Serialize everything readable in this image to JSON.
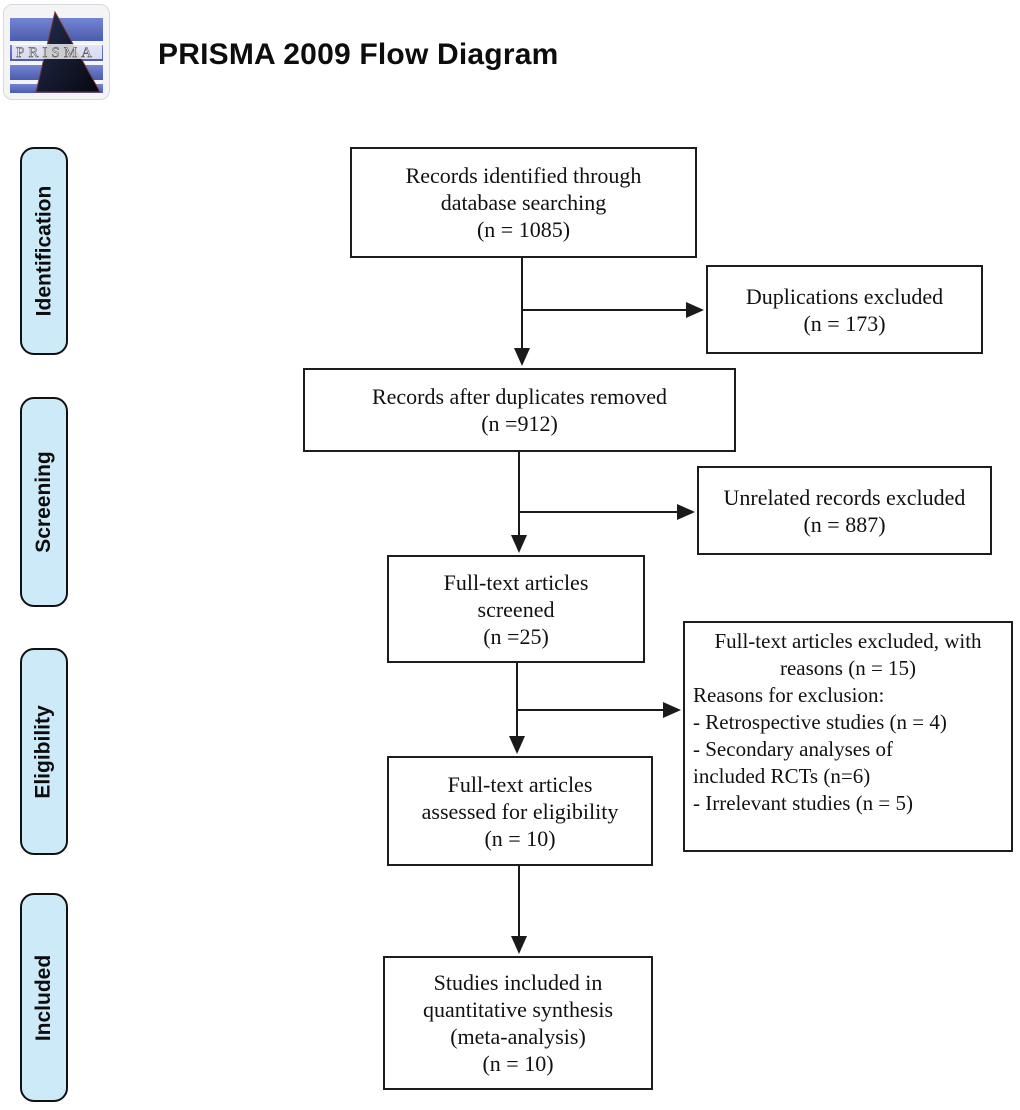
{
  "header": {
    "title": "PRISMA 2009 Flow Diagram",
    "logo": {
      "text": "PRISMA"
    }
  },
  "sidebar": {
    "phases": [
      {
        "label": "Identification"
      },
      {
        "label": "Screening"
      },
      {
        "label": "Eligibility"
      },
      {
        "label": "Included"
      }
    ]
  },
  "flow": {
    "main_boxes": [
      {
        "id": "records-identified",
        "n": 1085,
        "text": "Records identified through\ndatabase searching\n(n = 1085)"
      },
      {
        "id": "records-after-duplicates",
        "n": 912,
        "text": "Records after duplicates removed\n(n =912)"
      },
      {
        "id": "fulltext-screened",
        "n": 25,
        "text": "Full-text articles\nscreened\n(n =25)"
      },
      {
        "id": "fulltext-assessed",
        "n": 10,
        "text": "Full-text articles\nassessed for eligibility\n(n = 10)"
      },
      {
        "id": "studies-included",
        "n": 10,
        "text": "Studies included in\nquantitative synthesis\n(meta-analysis)\n(n = 10)"
      }
    ],
    "side_boxes": [
      {
        "id": "duplications-excluded",
        "n": 173,
        "text": "Duplications excluded\n(n = 173)"
      },
      {
        "id": "unrelated-excluded",
        "n": 887,
        "text": "Unrelated records excluded\n(n = 887)"
      },
      {
        "id": "fulltext-excluded",
        "n": 15,
        "heading": "Full-text articles excluded, with\nreasons (n = 15)",
        "details": "Reasons for exclusion:\n- Retrospective studies (n = 4)\n- Secondary analyses of\nincluded RCTs (n=6)\n- Irrelevant studies (n = 5)",
        "reason_counts": {
          "retrospective_studies": 4,
          "secondary_analyses_of_included_rcts": 6,
          "irrelevant_studies": 5
        }
      }
    ]
  },
  "colors": {
    "phase_fill": "#cdeaf9",
    "box_border": "#1d1d1d",
    "logo_bar_blue": "#5c70c6",
    "logo_triangle_dark": "#10162e",
    "logo_triangle_stroke": "#7c3636"
  }
}
